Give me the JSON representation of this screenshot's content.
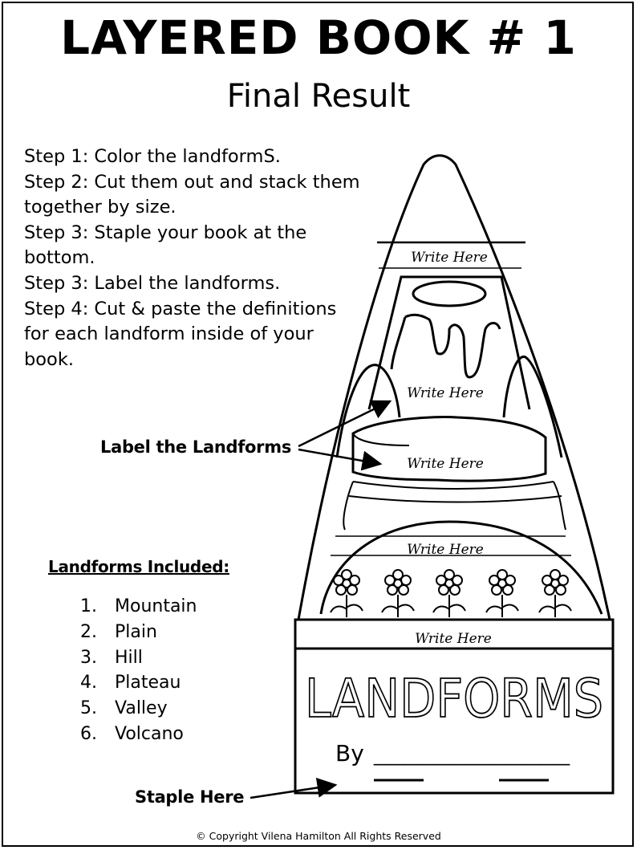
{
  "header": {
    "title": "LAYERED BOOK # 1",
    "subtitle": "Final Result"
  },
  "steps": [
    "Step 1: Color the landformS.",
    "Step 2: Cut them out and stack them",
    "together by size.",
    "Step 3: Staple your book at the",
    "bottom.",
    "Step 3: Label the landforms.",
    "Step 4: Cut & paste the definitions",
    "for each landform inside of your",
    "book."
  ],
  "callouts": {
    "label_landforms": "Label the Landforms",
    "staple_here": "Staple Here"
  },
  "landforms": {
    "heading": "Landforms Included:",
    "items": [
      {
        "num": "1.",
        "name": "Mountain"
      },
      {
        "num": "2.",
        "name": "Plain"
      },
      {
        "num": "3.",
        "name": "Hill"
      },
      {
        "num": "4.",
        "name": "Plateau"
      },
      {
        "num": "5.",
        "name": "Valley"
      },
      {
        "num": "6.",
        "name": "Volcano"
      }
    ]
  },
  "book": {
    "write_here": "Write Here",
    "cover_title": "LANDFORMS",
    "by_label": "By",
    "by_line": "_____________"
  },
  "footer": {
    "copyright": "© Copyright  Vilena Hamilton All Rights Reserved"
  }
}
